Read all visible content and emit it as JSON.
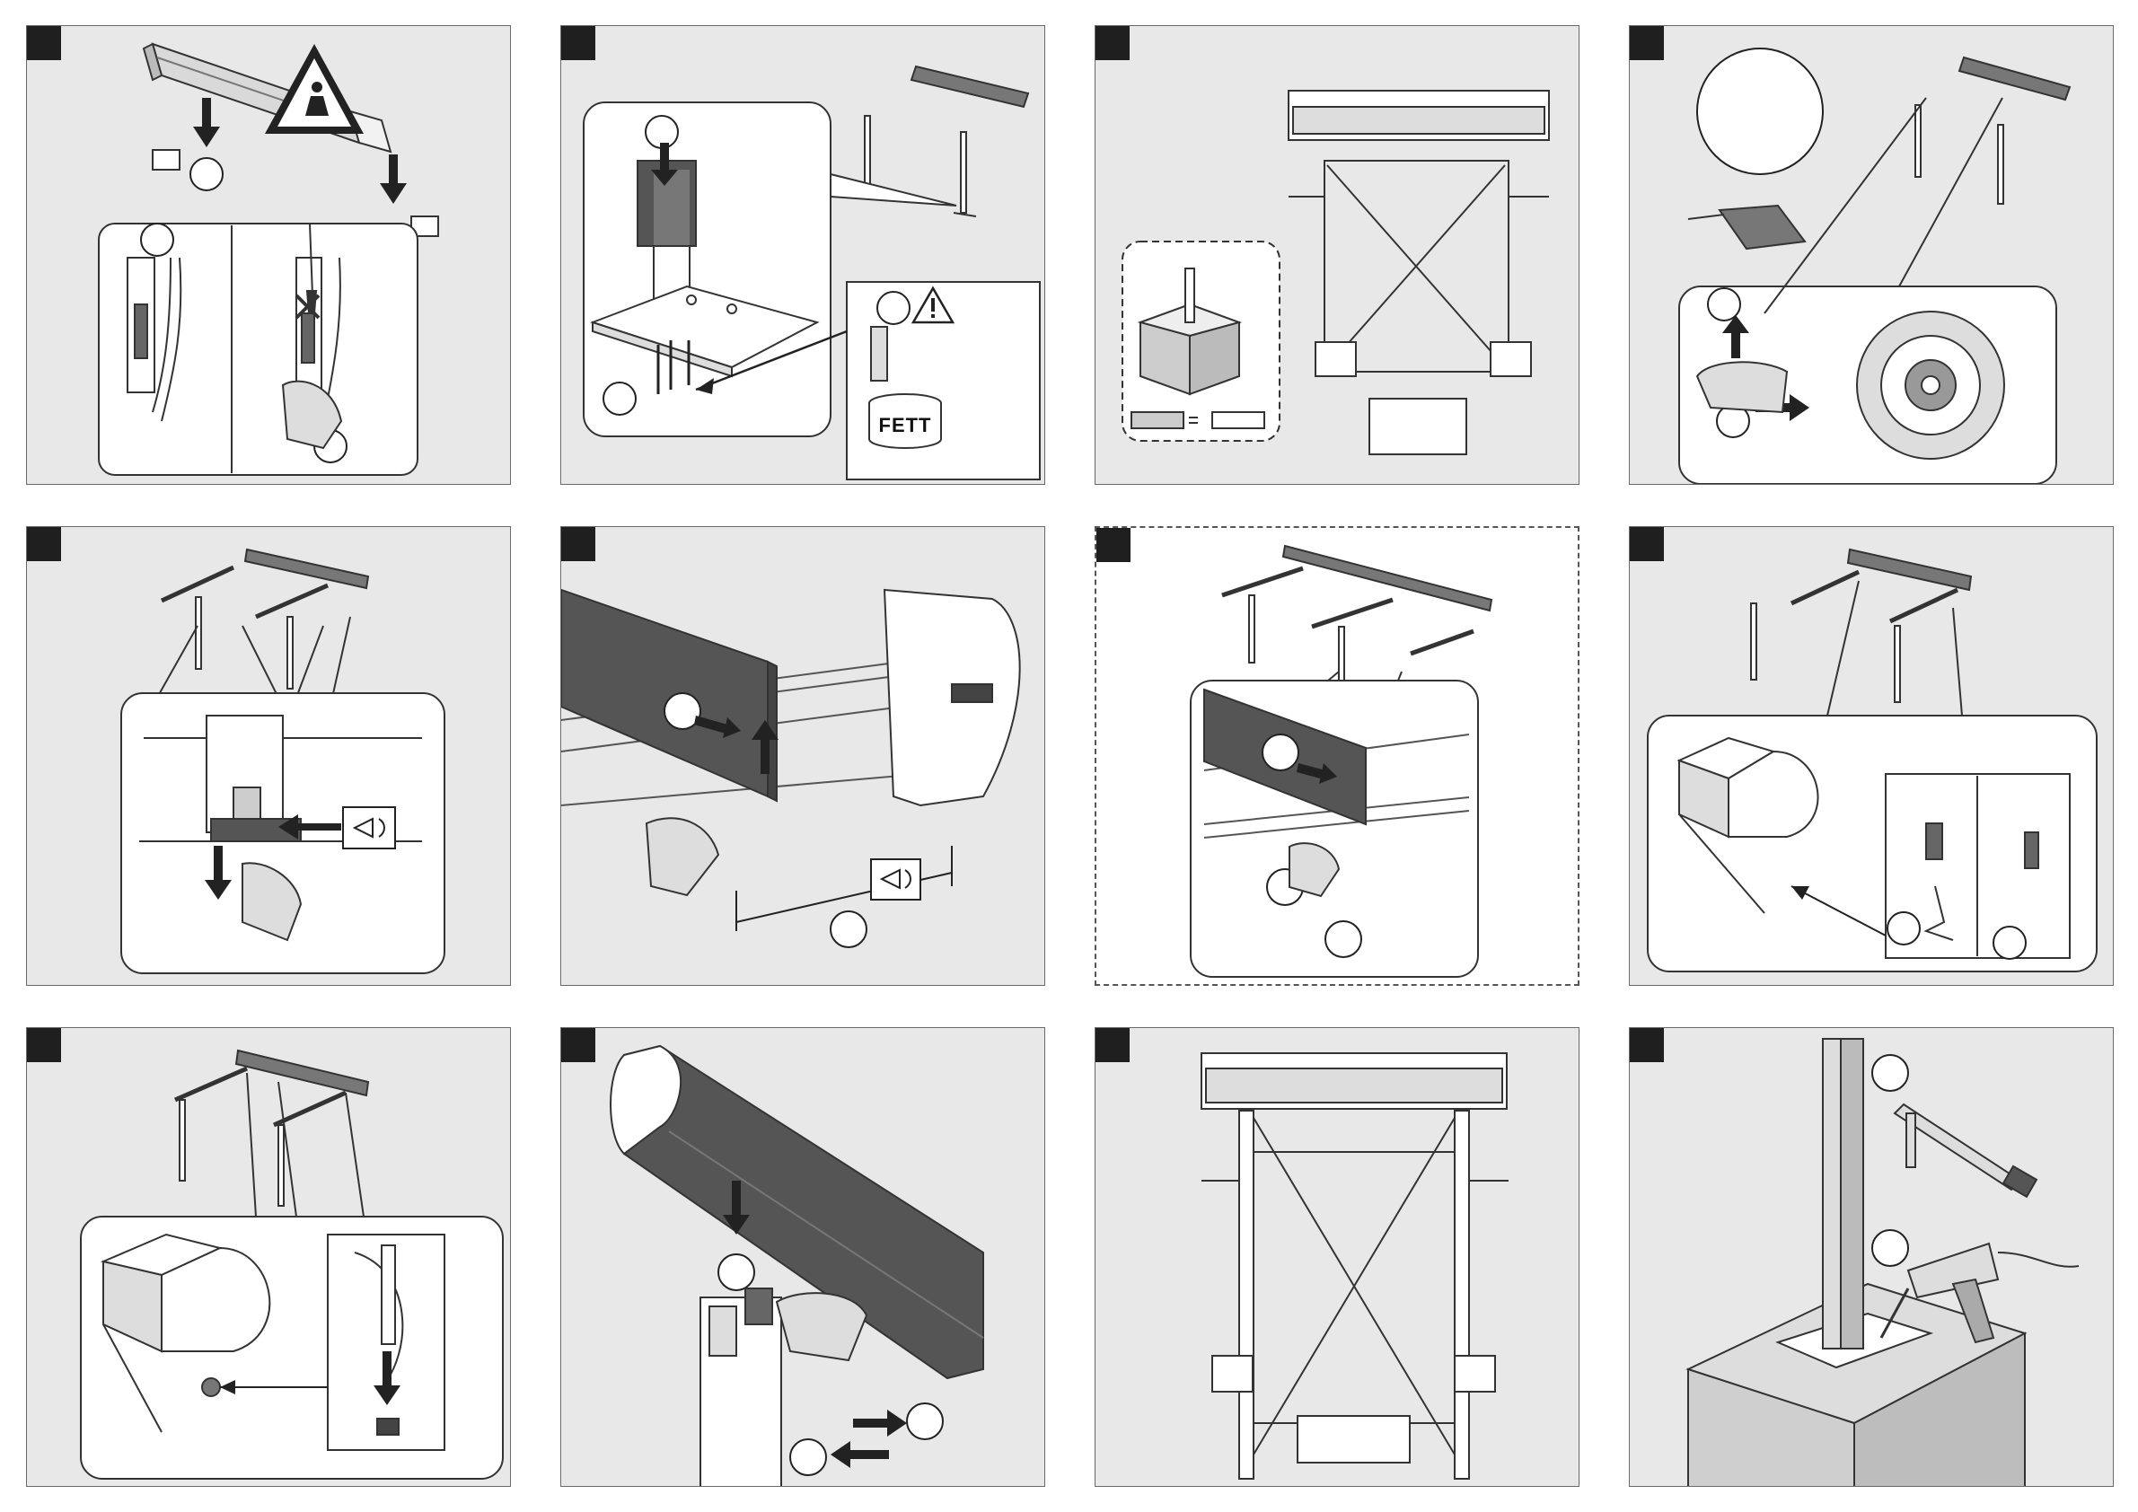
{
  "manual": {
    "fett_label": "FETT",
    "steps": [
      {
        "id": 1
      },
      {
        "id": 2
      },
      {
        "id": 3
      },
      {
        "id": 4
      },
      {
        "id": 5
      },
      {
        "id": 6
      },
      {
        "id": 7
      },
      {
        "id": 8
      },
      {
        "id": 9
      },
      {
        "id": 10
      },
      {
        "id": 11
      },
      {
        "id": 12
      }
    ]
  },
  "colors": {
    "panel_bg": "#e8e8e8",
    "step_tab": "#1f1f1f",
    "line": "#333333",
    "dark_part": "#4a4a4a"
  }
}
